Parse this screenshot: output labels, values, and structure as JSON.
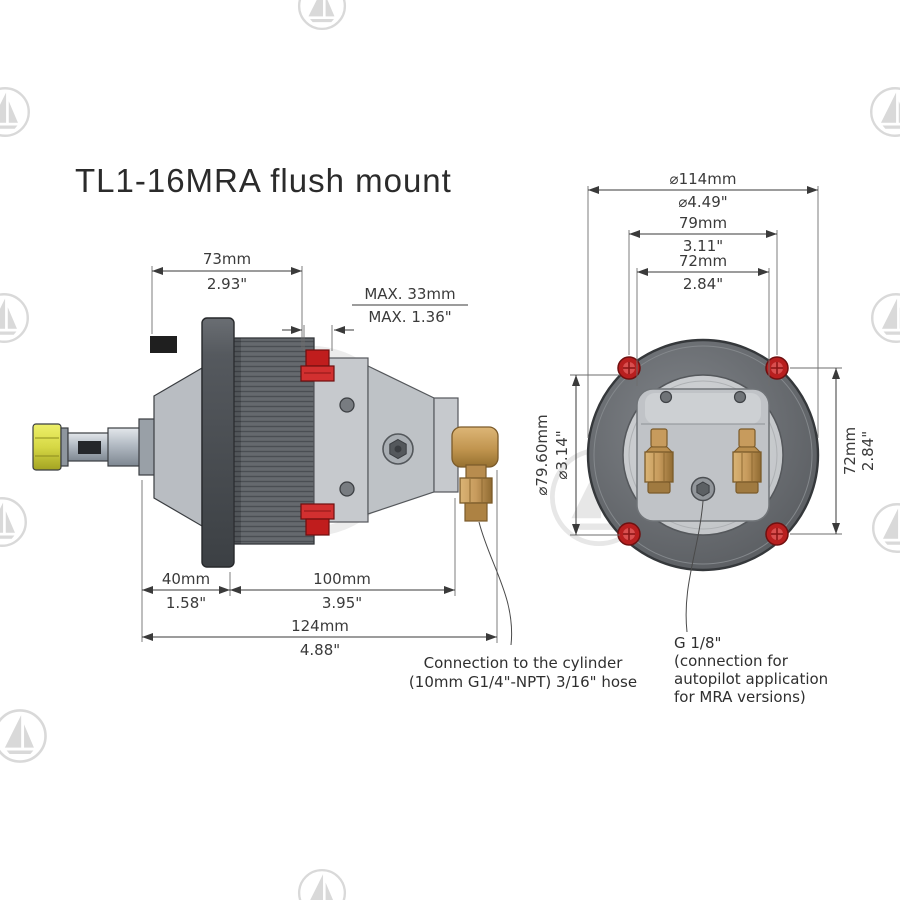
{
  "title": "TL1-16MRA flush mount",
  "side_view": {
    "d73": {
      "mm": "73mm",
      "inch": "2.93\""
    },
    "max33": {
      "mm": "MAX. 33mm",
      "inch": "MAX. 1.36\""
    },
    "d40": {
      "mm": "40mm",
      "inch": "1.58\""
    },
    "d100": {
      "mm": "100mm",
      "inch": "3.95\""
    },
    "d124": {
      "mm": "124mm",
      "inch": "4.88\""
    },
    "cylinder_note_line1": "Connection to the cylinder",
    "cylinder_note_line2": "(10mm G1/4\"-NPT) 3/16\" hose"
  },
  "front_view": {
    "d114": {
      "mm": "⌀114mm",
      "inch": "⌀4.49\""
    },
    "d79": {
      "mm": "79mm",
      "inch": "3.11\""
    },
    "d72_top": {
      "mm": "72mm",
      "inch": "2.84\""
    },
    "d7960": {
      "mm": "⌀79.60mm",
      "inch": "⌀3.14\""
    },
    "d72_right": {
      "mm": "72mm",
      "inch": "2.84\""
    },
    "autopilot_note_line1": "G 1/8\"",
    "autopilot_note_line2": "(connection for",
    "autopilot_note_line3": "autopilot application",
    "autopilot_note_line4": "for MRA versions)"
  }
}
